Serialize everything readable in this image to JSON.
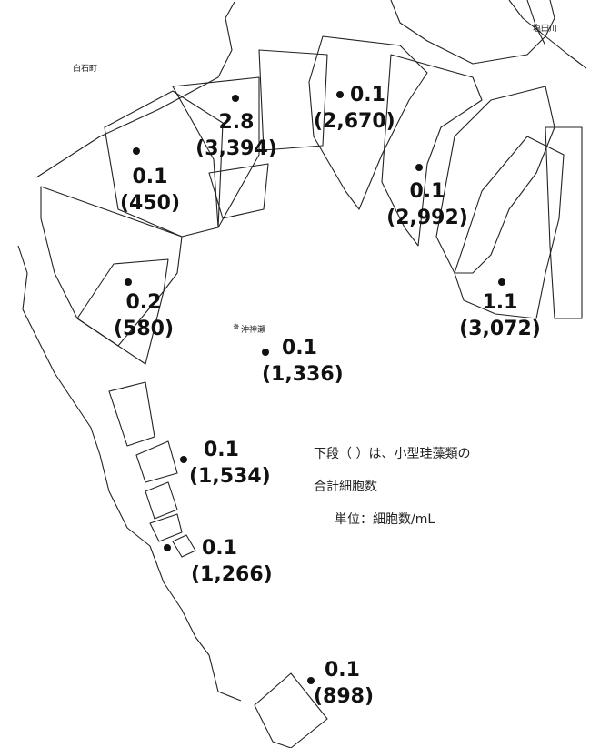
{
  "places": {
    "shiroishi": "白石町",
    "okinose": "沖神瀬",
    "river": "塩田川"
  },
  "stations": [
    {
      "id": "s1",
      "value": "2.8",
      "count": "(3,394)"
    },
    {
      "id": "s2",
      "value": "0.1",
      "count": "(2,670)"
    },
    {
      "id": "s3",
      "value": "0.1",
      "count": "(450)"
    },
    {
      "id": "s4",
      "value": "0.1",
      "count": "(2,992)"
    },
    {
      "id": "s5",
      "value": "0.2",
      "count": "(580)"
    },
    {
      "id": "s6",
      "value": "1.1",
      "count": "(3,072)"
    },
    {
      "id": "s7",
      "value": "0.1",
      "count": "(1,336)"
    },
    {
      "id": "s8",
      "value": "0.1",
      "count": "(1,534)"
    },
    {
      "id": "s9",
      "value": "0.1",
      "count": "(1,266)"
    },
    {
      "id": "s10",
      "value": "0.1",
      "count": "(898)"
    }
  ],
  "legend": {
    "line1": "下段（ ）は、小型珪藻類の",
    "line2": "合計細胞数",
    "line3": "単位：細胞数/mL"
  }
}
